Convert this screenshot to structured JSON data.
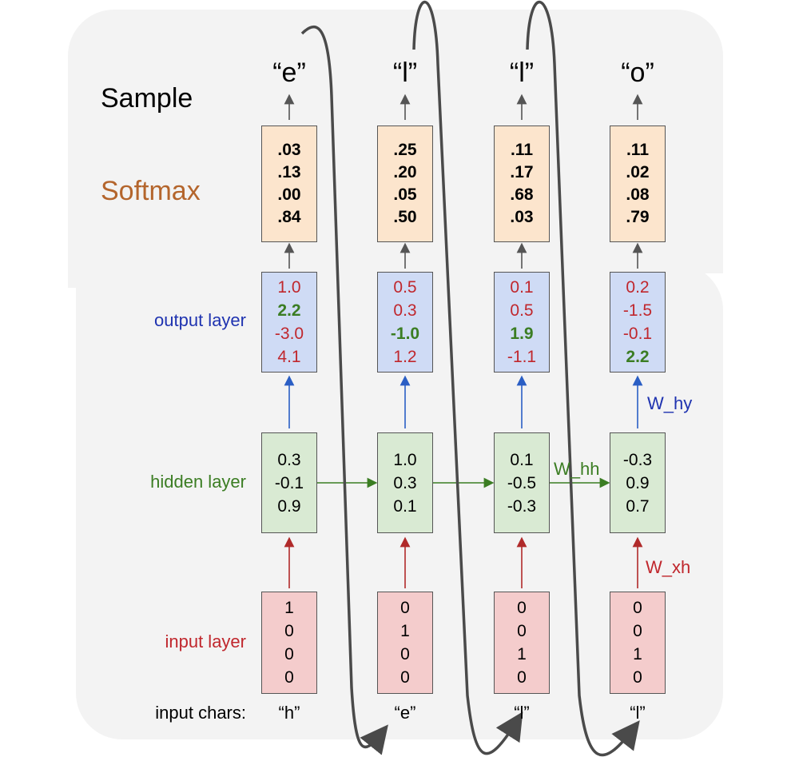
{
  "labels": {
    "sample": "Sample",
    "softmax": "Softmax",
    "output_layer": "output layer",
    "hidden_layer": "hidden layer",
    "input_layer": "input layer",
    "input_chars": "input chars:"
  },
  "weights": {
    "w_hy": "W_hy",
    "w_hh": "W_hh",
    "w_xh": "W_xh"
  },
  "columns": [
    {
      "sample": "“e”",
      "softmax": [
        ".03",
        ".13",
        ".00",
        ".84"
      ],
      "output": [
        "1.0",
        "2.2",
        "-3.0",
        "4.1"
      ],
      "output_highlight_index": 1,
      "hidden": [
        "0.3",
        "-0.1",
        "0.9"
      ],
      "input": [
        "1",
        "0",
        "0",
        "0"
      ],
      "char": "“h”"
    },
    {
      "sample": "“l”",
      "softmax": [
        ".25",
        ".20",
        ".05",
        ".50"
      ],
      "output": [
        "0.5",
        "0.3",
        "-1.0",
        "1.2"
      ],
      "output_highlight_index": 2,
      "hidden": [
        "1.0",
        "0.3",
        "0.1"
      ],
      "input": [
        "0",
        "1",
        "0",
        "0"
      ],
      "char": "“e”"
    },
    {
      "sample": "“l”",
      "softmax": [
        ".11",
        ".17",
        ".68",
        ".03"
      ],
      "output": [
        "0.1",
        "0.5",
        "1.9",
        "-1.1"
      ],
      "output_highlight_index": 2,
      "hidden": [
        "0.1",
        "-0.5",
        "-0.3"
      ],
      "input": [
        "0",
        "0",
        "1",
        "0"
      ],
      "char": "“l”"
    },
    {
      "sample": "“o”",
      "softmax": [
        ".11",
        ".02",
        ".08",
        ".79"
      ],
      "output": [
        "0.2",
        "-1.5",
        "-0.1",
        "2.2"
      ],
      "output_highlight_index": 3,
      "hidden": [
        "-0.3",
        "0.9",
        "0.7"
      ],
      "input": [
        "0",
        "0",
        "1",
        "0"
      ],
      "char": "“l”"
    }
  ],
  "colors": {
    "softmax_label": "#b4652c",
    "output_label": "#1f33b0",
    "hidden_label": "#3b7d23",
    "input_label": "#c0272d",
    "softmax_box": "#fce5cd",
    "output_box": "#cfdbf5",
    "hidden_box": "#d9ead3",
    "input_box": "#f4cccc",
    "output_value": "#c0272d",
    "output_highlight": "#3b7d23"
  }
}
